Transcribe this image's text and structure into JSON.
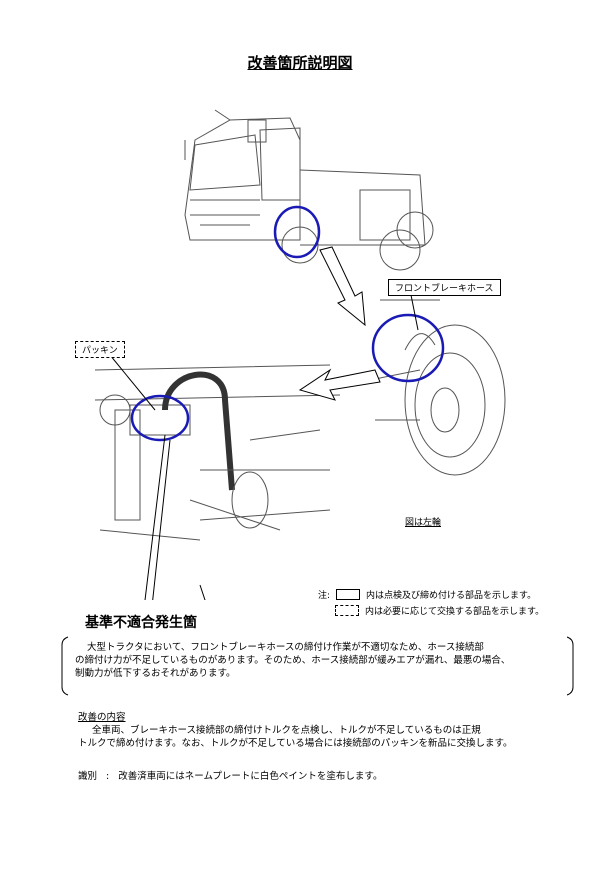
{
  "title": "改善箇所説明図",
  "labels": {
    "front_brake_hose": "フロントブレーキホース",
    "packing": "パッキン",
    "left_wheel_note": "図は左輪"
  },
  "legend": {
    "prefix": "注:",
    "solid": "内は点検及び締め付ける部品を示します。",
    "dashed": "内は必要に応じて交換する部品を示します。"
  },
  "defect": {
    "heading": "基準不適合発生箇",
    "lines": [
      "大型トラクタにおいて、フロントブレーキホースの締付け作業が不適切なため、ホース接続部",
      "の締付け力が不足しているものがあります。そのため、ホース接続部が緩みエアが漏れ、最悪の場合、",
      "制動力が低下するおそれがあります。"
    ]
  },
  "improvement": {
    "heading": "改善の内容",
    "lines": [
      "全車両、ブレーキホース接続部の締付けトルクを点検し、トルクが不足しているものは正規",
      "トルクで締め付けます。なお、トルクが不足している場合には接続部のパッキンを新品に交換します。"
    ]
  },
  "identification": {
    "label": "識別",
    "sep": ":",
    "text": "改善済車両にはネームプレートに白色ペイントを塗布します。"
  },
  "colors": {
    "circle": "#1a1ab4"
  }
}
